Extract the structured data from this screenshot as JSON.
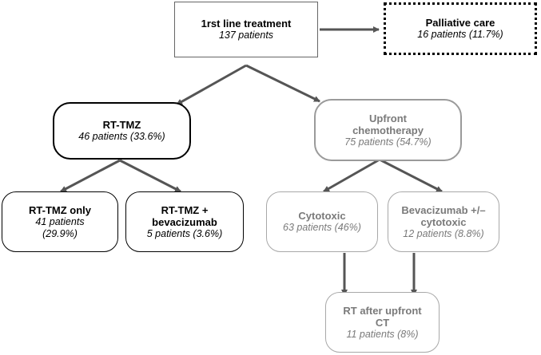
{
  "nodes": {
    "first_line": {
      "title": "1rst line treatment",
      "subtitle": "137 patients"
    },
    "palliative": {
      "title": "Palliative care",
      "subtitle": "16 patients (11.7%)"
    },
    "rt_tmz": {
      "title": "RT-TMZ",
      "subtitle": "46 patients (33.6%)"
    },
    "upfront_chemo": {
      "title_line1": "Upfront",
      "title_line2": "chemotherapy",
      "subtitle": "75 patients (54.7%)"
    },
    "rt_tmz_only": {
      "title": "RT-TMZ only",
      "subtitle_line1": "41 patients",
      "subtitle_line2": "(29.9%)"
    },
    "rt_tmz_bev": {
      "title_line1": "RT-TMZ +",
      "title_line2": "bevacizumab",
      "subtitle": "5 patients (3.6%)"
    },
    "cytotoxic": {
      "title": "Cytotoxic",
      "subtitle": "63 patients (46%)"
    },
    "bev_cyto": {
      "title_line1": "Bevacizumab +/–",
      "title_line2": "cytotoxic",
      "subtitle": "12 patients (8.8%)"
    },
    "rt_after_ct": {
      "title_line1": "RT after upfront",
      "title_line2": "CT",
      "subtitle": "11 patients (8%)"
    }
  },
  "colors": {
    "edge": "#555555",
    "dark_text": "#000000",
    "grey_text": "#7a7a7a",
    "grey_border": "#a8a8a8"
  }
}
